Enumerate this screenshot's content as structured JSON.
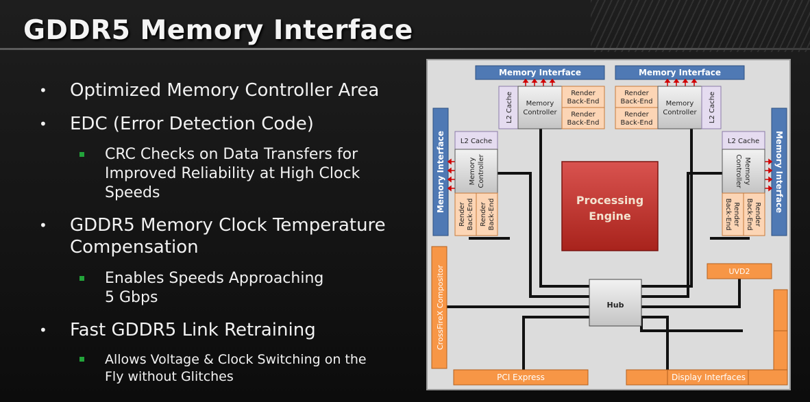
{
  "title": "GDDR5 Memory Interface",
  "bullets": {
    "b1": "Optimized Memory Controller Area",
    "b2": "EDC (Error Detection Code)",
    "b2_sub": [
      "CRC Checks on Data Transfers for",
      "Improved Reliability at High Clock",
      "Speeds"
    ],
    "b3": [
      "GDDR5 Memory Clock Temperature",
      "Compensation"
    ],
    "b3_sub": [
      "Enables Speeds Approaching",
      "5 Gbps"
    ],
    "b4": "Fast GDDR5 Link Retraining",
    "b4_sub": [
      "Allows Voltage & Clock Switching on the",
      "Fly without Glitches"
    ]
  },
  "diagram": {
    "memory_interface": "Memory Interface",
    "l2_cache": "L2 Cache",
    "memory_controller": [
      "Memory",
      "Controller"
    ],
    "render_backend": [
      "Render",
      "Back-End"
    ],
    "processing_engine": [
      "Processing",
      "Engine"
    ],
    "hub": "Hub",
    "uvd2": "UVD2",
    "crossfirex": "CrossFireX Compositor",
    "pci_express": "PCI Express",
    "display_interfaces": "Display Interfaces"
  },
  "colors": {
    "blue": "#4f79b4",
    "orange": "#f79646",
    "light_orange": "#fcd5b5",
    "lavender": "#e5dcf0",
    "red_engine": "#c0392b",
    "gray_box": "#cfcfcf",
    "bullet_green": "#22a33a"
  }
}
